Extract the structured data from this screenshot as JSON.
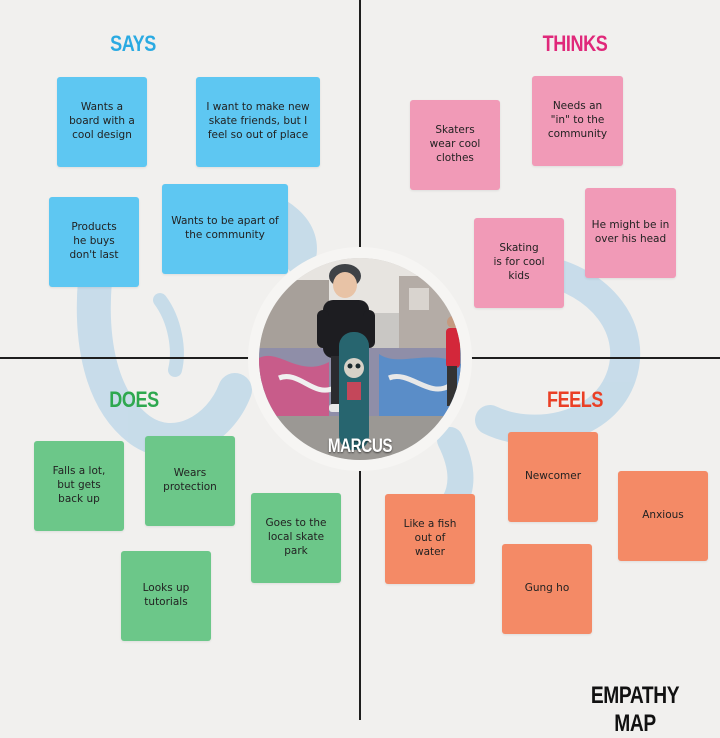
{
  "colors": {
    "says": "#2aaae2",
    "thinks": "#e0287a",
    "does": "#2ea84f",
    "feels": "#ea3f25",
    "says_note": "#5ec7f2",
    "thinks_note": "#f19ab7",
    "does_note": "#6cc789",
    "feels_note": "#f48a66"
  },
  "quadrants": {
    "says": {
      "title": "SAYS",
      "notes": [
        "Wants a\nboard with a\ncool design",
        "I want to make new\nskate friends, but I\nfeel so out of place",
        "Products\nhe buys\ndon't last",
        "Wants to be apart of\nthe community"
      ]
    },
    "thinks": {
      "title": "THINKS",
      "notes": [
        "Skaters\nwear cool\nclothes",
        "Needs an\n\"in\" to the\ncommunity",
        "Skating\nis for cool\nkids",
        "He might be in\nover his head"
      ]
    },
    "does": {
      "title": "DOES",
      "notes": [
        "Falls a lot,\nbut gets\nback up",
        "Wears\nprotection",
        "Goes to the\nlocal skate park",
        "Looks up\ntutorials"
      ]
    },
    "feels": {
      "title": "FEELS",
      "notes": [
        "Newcomer",
        "Anxious",
        "Like a fish\nout of\nwater",
        "Gung ho"
      ]
    }
  },
  "persona": {
    "name": "MARCUS",
    "photo": "boy-with-skateboard-photo"
  },
  "footer": {
    "title": "EMPATHY MAP"
  }
}
